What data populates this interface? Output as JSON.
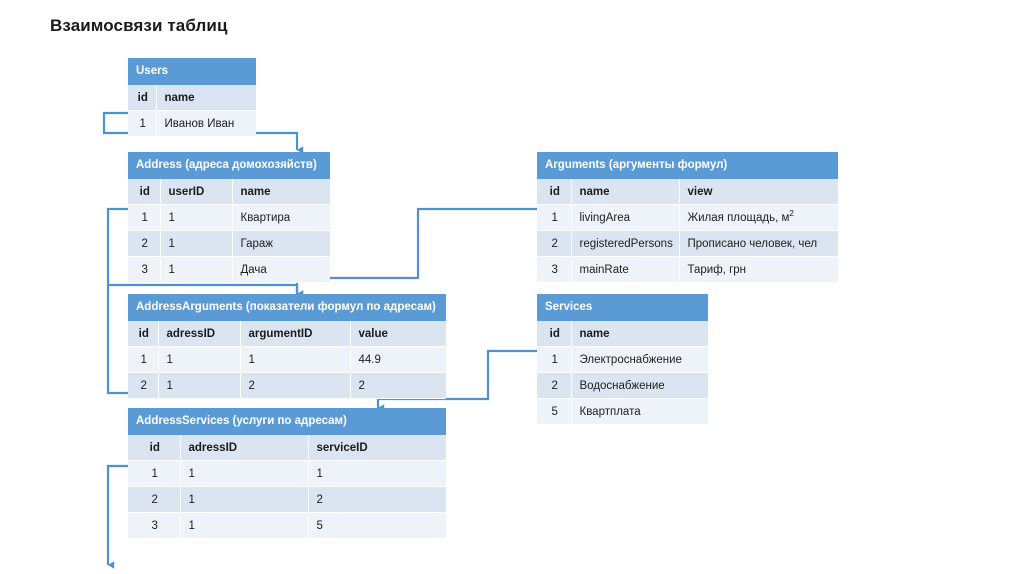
{
  "page": {
    "title": "Взаимосвязи таблиц",
    "accent_color": "#5b9bd5",
    "header_row_color": "#dbe5f1",
    "row_alt_color": "#eef3f9",
    "connector_color": "#4f91cd",
    "background": "#ffffff"
  },
  "tables": {
    "users": {
      "caption": "Users",
      "columns": [
        "id",
        "name"
      ],
      "rows": [
        {
          "id": "1",
          "name": "Иванов Иван"
        }
      ]
    },
    "address": {
      "caption": "Address (адреса домохозяйств)",
      "columns": [
        "id",
        "userID",
        "name"
      ],
      "rows": [
        {
          "id": "1",
          "userID": "1",
          "name": "Квартира"
        },
        {
          "id": "2",
          "userID": "1",
          "name": "Гараж"
        },
        {
          "id": "3",
          "userID": "1",
          "name": "Дача"
        }
      ]
    },
    "arguments": {
      "caption": "Arguments (аргументы формул)",
      "columns": [
        "id",
        "name",
        "view"
      ],
      "rows": [
        {
          "id": "1",
          "name": "livingArea",
          "view": "Жилая площадь, м",
          "view_sup": "2"
        },
        {
          "id": "2",
          "name": "registeredPersons",
          "view": "Прописано человек, чел",
          "view_sup": ""
        },
        {
          "id": "3",
          "name": "mainRate",
          "view": "Тариф, грн",
          "view_sup": ""
        }
      ]
    },
    "address_arguments": {
      "caption": "AddressArguments (показатели формул по адресам)",
      "columns": [
        "id",
        "adressID",
        "argumentID",
        "value"
      ],
      "rows": [
        {
          "id": "1",
          "adressID": "1",
          "argumentID": "1",
          "value": "44.9"
        },
        {
          "id": "2",
          "adressID": "1",
          "argumentID": "2",
          "value": "2"
        }
      ]
    },
    "services": {
      "caption": "Services",
      "columns": [
        "id",
        "name"
      ],
      "rows": [
        {
          "id": "1",
          "name": "Электроснабжение"
        },
        {
          "id": "2",
          "name": "Водоснабжение"
        },
        {
          "id": "5",
          "name": "Квартплата"
        }
      ]
    },
    "address_services": {
      "caption": "AddressServices (услуги по адресам)",
      "columns": [
        "id",
        "adressID",
        "serviceID"
      ],
      "rows": [
        {
          "id": "1",
          "adressID": "1",
          "serviceID": "1"
        },
        {
          "id": "2",
          "adressID": "1",
          "serviceID": "2"
        },
        {
          "id": "3",
          "adressID": "1",
          "serviceID": "5"
        }
      ]
    }
  },
  "relations": [
    {
      "name": "users-to-address",
      "from": "users.id",
      "to": "address"
    },
    {
      "name": "address-to-addressarguments",
      "from": "address.id",
      "to": "address_arguments"
    },
    {
      "name": "address-to-addressservices",
      "from": "address.id",
      "to": "address_services"
    },
    {
      "name": "arguments-to-addressarguments",
      "from": "arguments.id",
      "to": "address_arguments"
    },
    {
      "name": "services-to-addressservices",
      "from": "services.id",
      "to": "address_services"
    },
    {
      "name": "addressservices-outflow",
      "from": "address_services.id",
      "to": ""
    }
  ]
}
